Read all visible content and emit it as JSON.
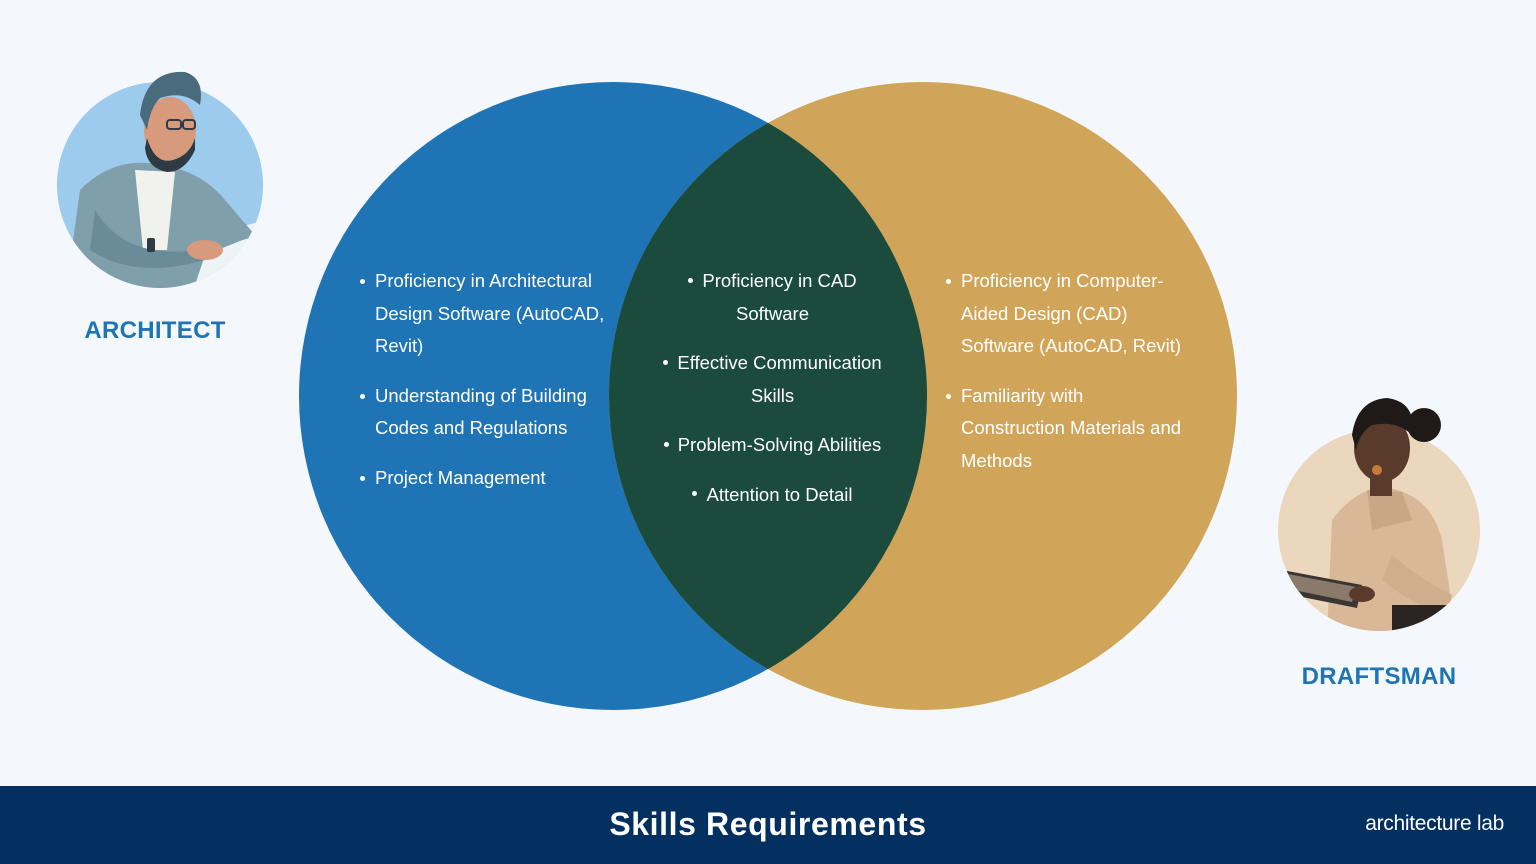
{
  "colors": {
    "background": "#f4f8fc",
    "architect_circle": "#1f74b5",
    "draftsman_circle": "#d1a559",
    "overlap": "#1a4b3c",
    "label": "#1f74b5",
    "footer": "#03305f"
  },
  "architect": {
    "label": "ARCHITECT",
    "avatar_icon": "architect-illustration",
    "skills": [
      "Proficiency in Architectural Design Software (AutoCAD, Revit)",
      "Understanding of Building Codes and Regulations",
      "Project Management"
    ]
  },
  "shared": {
    "skills": [
      "Proficiency in CAD Software",
      "Effective Communication Skills",
      "Problem-Solving Abilities",
      "Attention to Detail"
    ]
  },
  "draftsman": {
    "label": "DRAFTSMAN",
    "avatar_icon": "draftsman-illustration",
    "skills": [
      "Proficiency in Computer-Aided Design (CAD) Software (AutoCAD, Revit)",
      "Familiarity with Construction Materials and Methods"
    ]
  },
  "footer": {
    "title": "Skills Requirements",
    "brand_bold": "architecture",
    "brand_light": " lab"
  }
}
